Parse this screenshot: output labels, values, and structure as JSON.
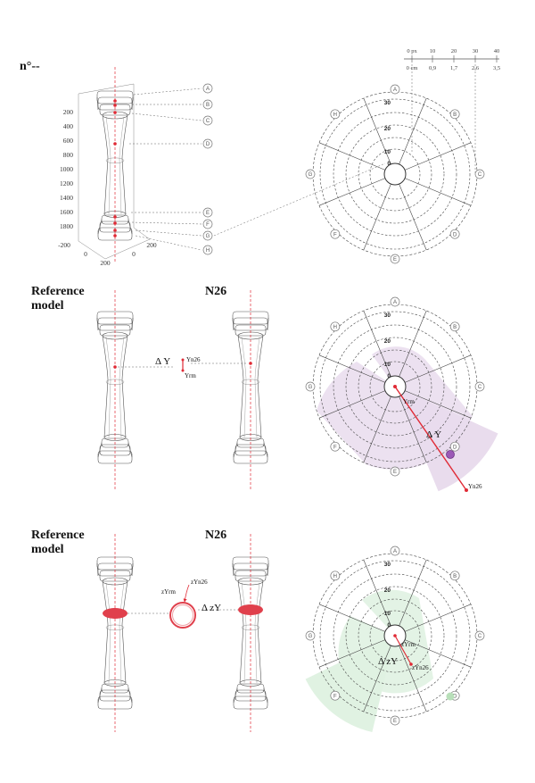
{
  "header": {
    "title": "n°--"
  },
  "scale_bar": {
    "px": [
      "0 px",
      "10",
      "20",
      "30",
      "40"
    ],
    "cm": [
      "0 cm",
      "0,9",
      "1,7",
      "2,6",
      "3,5"
    ]
  },
  "axis3d": {
    "z_ticks": [
      "200",
      "400",
      "600",
      "800",
      "1000",
      "1200",
      "1400",
      "1600",
      "1800"
    ],
    "x_ticks": [
      "-200",
      "0",
      "200"
    ],
    "y_ticks": [
      "200",
      "0"
    ]
  },
  "sector_letters": [
    "A",
    "B",
    "C",
    "D",
    "E",
    "F",
    "G",
    "H"
  ],
  "ring_labels": [
    "30",
    "20",
    "10",
    "0"
  ],
  "rows": [
    {
      "left_label_line1": "Reference",
      "left_label_line2": "model",
      "right_label": "N26",
      "delta_label": "Δ Y",
      "marker_top": "Yn26",
      "marker_bottom": "Yrm",
      "polar_center_label": "Yrm",
      "polar_delta": "Δ Y",
      "polar_end": "Yn26"
    },
    {
      "left_label_line1": "Reference",
      "left_label_line2": "model",
      "right_label": "N26",
      "delta_label": "Δ zY",
      "ring_left": "zYrm",
      "ring_right": "zYn26",
      "polar_center_label": "zYrm",
      "polar_delta": "Δ zY",
      "polar_end": "zYn26"
    }
  ],
  "colors": {
    "marker_red": "#e02a35",
    "purple_fill": "#e9dced",
    "purple_dot": "#9b59b6",
    "green_fill": "#e0f2e2",
    "green_dot": "#b8dfb9",
    "grid": "#444444"
  }
}
